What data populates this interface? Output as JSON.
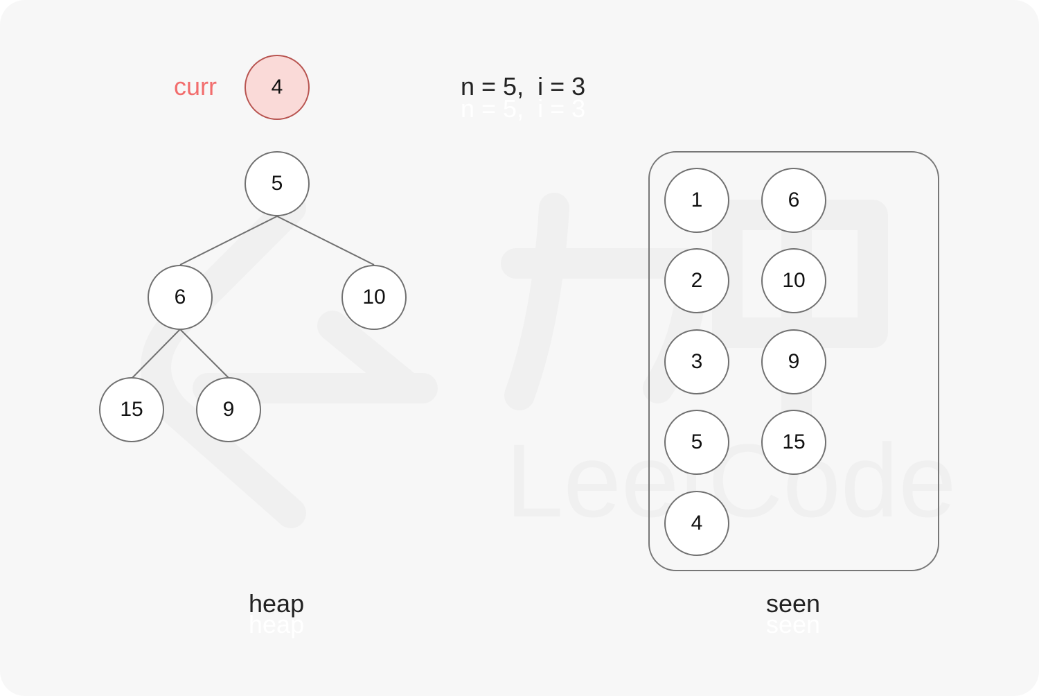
{
  "current": {
    "label": "curr",
    "value": "4",
    "label_color": "#f26d6d",
    "fill": "#fadad8",
    "border": "#b85450"
  },
  "status": {
    "text": "n = 5,  i = 3",
    "n": 5,
    "i": 3
  },
  "heap": {
    "caption": "heap",
    "nodes": [
      {
        "value": "5",
        "level": 0
      },
      {
        "value": "6",
        "level": 1
      },
      {
        "value": "10",
        "level": 1
      },
      {
        "value": "15",
        "level": 2
      },
      {
        "value": "9",
        "level": 2
      }
    ],
    "edges": [
      [
        "5",
        "6"
      ],
      [
        "5",
        "10"
      ],
      [
        "6",
        "15"
      ],
      [
        "6",
        "9"
      ]
    ]
  },
  "seen": {
    "caption": "seen",
    "column1": [
      "1",
      "2",
      "3",
      "5",
      "4"
    ],
    "column2": [
      "6",
      "10",
      "9",
      "15"
    ]
  },
  "watermark": "LeetCode"
}
